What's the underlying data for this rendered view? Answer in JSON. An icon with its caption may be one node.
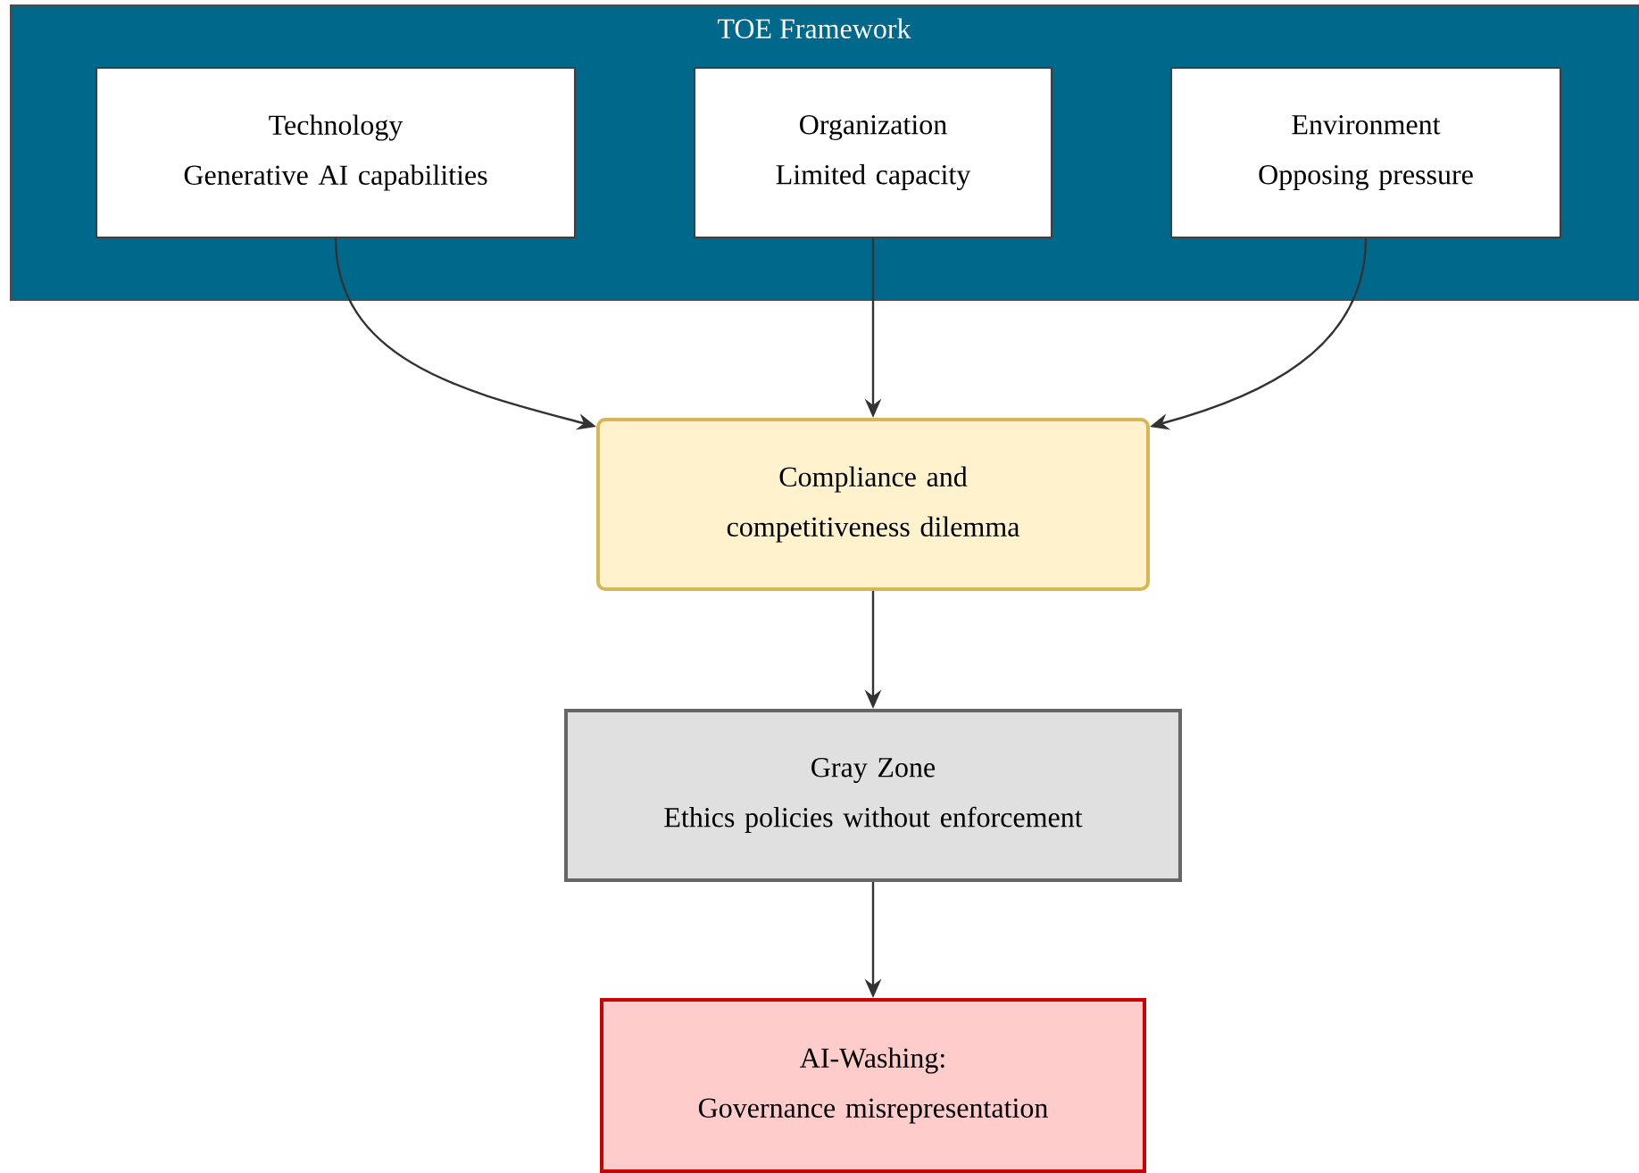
{
  "diagram": {
    "nodes": [
      {
        "text": [
          "TOE Framework"
        ]
      },
      {
        "text": [
          "Technology",
          "Generative AI capabilities"
        ],
        "in": 0
      },
      {
        "text": [
          "Organization",
          "Limited capacity"
        ],
        "in": 0
      },
      {
        "text": [
          "Environment",
          "Opposing pressure"
        ],
        "in": 0
      },
      {
        "text": [
          "Compliance and competitiveness dilemma"
        ]
      },
      {
        "text": [
          "Gray Zone",
          "Ethics policies without enforcement"
        ]
      },
      {
        "text": [
          "AI-Washing:",
          "Governance misrepresentation"
        ]
      }
    ],
    "edges": [
      {
        "from": 1,
        "to": 4,
        "arrow": "to"
      },
      {
        "from": 2,
        "to": 4,
        "arrow": "to"
      },
      {
        "from": 3,
        "to": 4,
        "arrow": "to"
      },
      {
        "from": 4,
        "to": 5,
        "arrow": "to"
      },
      {
        "from": 5,
        "to": 6,
        "arrow": "to"
      }
    ]
  }
}
